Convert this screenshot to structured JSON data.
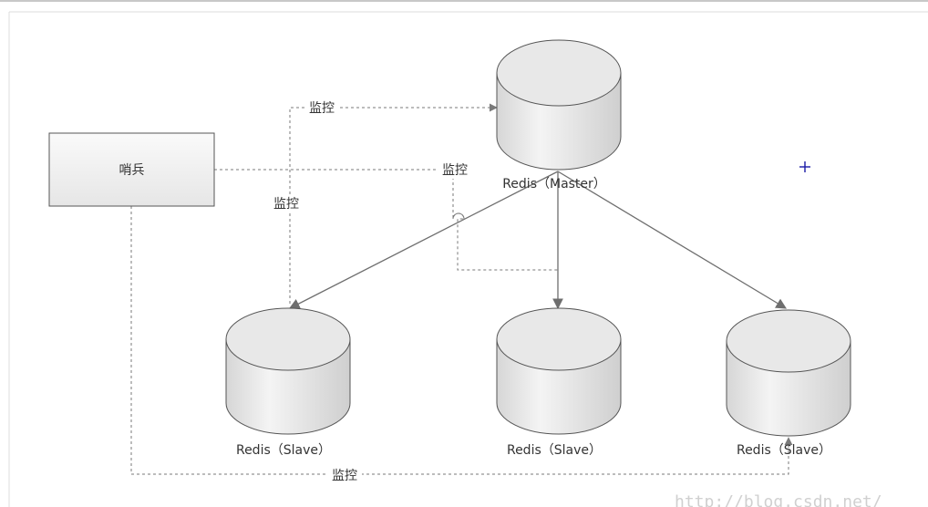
{
  "nodes": {
    "sentinel": {
      "label": "哨兵"
    },
    "master": {
      "label": "Redis（Master）"
    },
    "slave_left": {
      "label": "Redis（Slave）"
    },
    "slave_middle": {
      "label": "Redis（Slave）"
    },
    "slave_right": {
      "label": "Redis（Slave）"
    }
  },
  "edges": {
    "monitor_master_top": {
      "label": "监控"
    },
    "monitor_master_mid": {
      "label": "监控"
    },
    "monitor_slave_left": {
      "label": "监控"
    },
    "monitor_slave_right": {
      "label": "监控"
    }
  },
  "watermark": "http://blog.csdn.net/",
  "colors": {
    "line": "#6e6e6e",
    "dashed": "#7a7a7a",
    "cylinder_fill": "#e4e4e4",
    "cylinder_stroke": "#555555",
    "box_fill": "#f2f2f2",
    "cross": "#1a1aa6"
  }
}
